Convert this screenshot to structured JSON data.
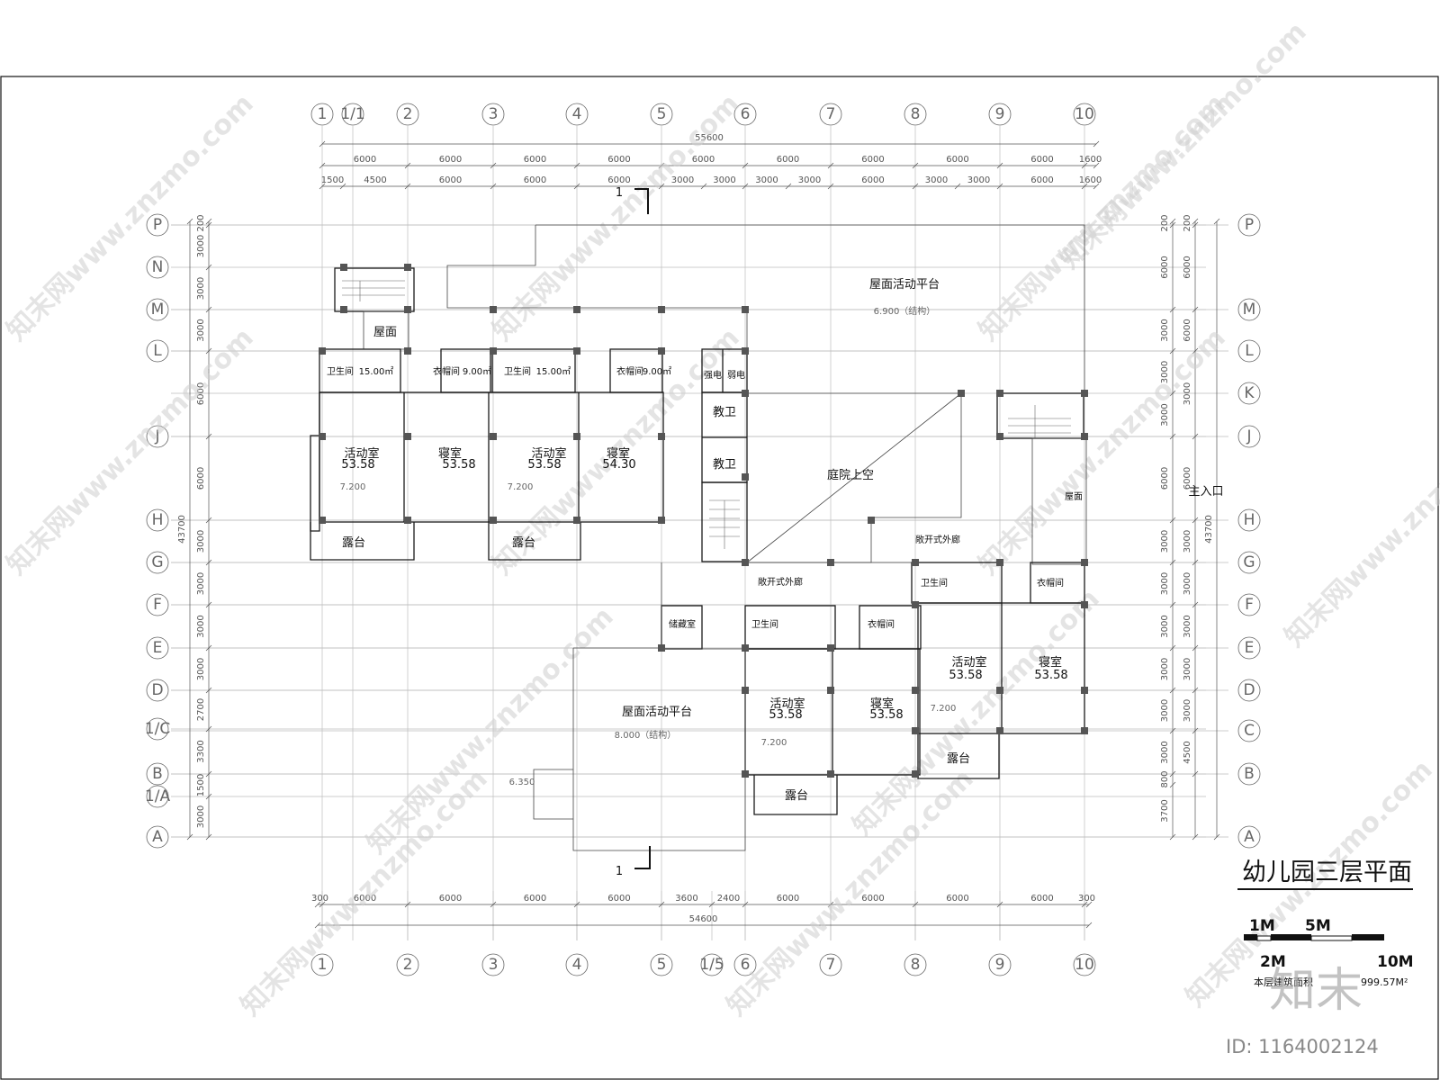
{
  "drawing": {
    "title": "幼儿园三层平面",
    "area_label": "本层建筑面积",
    "area_value": "999.57M²",
    "scale_labels": [
      "1M",
      "5M",
      "2M",
      "10M"
    ],
    "id_text": "ID: 1164002124",
    "logo_text": "知末",
    "watermark": "知末网www.znzmo.com",
    "section_mark": "1",
    "entrance_label": "主入口"
  },
  "axes": {
    "columns": [
      "1",
      "1/1",
      "2",
      "3",
      "4",
      "5",
      "6",
      "7",
      "8",
      "9",
      "10"
    ],
    "columns_bottom": [
      "1",
      "2",
      "3",
      "4",
      "5",
      "1/5",
      "6",
      "7",
      "8",
      "9",
      "10"
    ],
    "rows": [
      "P",
      "N",
      "M",
      "L",
      "K",
      "J",
      "H",
      "G",
      "F",
      "E",
      "D",
      "1/C",
      "C",
      "B",
      "1/A",
      "A"
    ]
  },
  "dimensions": {
    "top_total": "55600",
    "top_row1": [
      "6000",
      "6000",
      "6000",
      "6000",
      "6000",
      "6000",
      "6000",
      "6000",
      "6000",
      "1600"
    ],
    "top_row2": [
      "1500",
      "4500",
      "6000",
      "6000",
      "6000",
      "3000",
      "3000",
      "3000",
      "3000",
      "6000",
      "3000",
      "3000",
      "6000",
      "1600"
    ],
    "bottom_row": [
      "300",
      "6000",
      "6000",
      "6000",
      "6000",
      "3600",
      "2400",
      "6000",
      "6000",
      "6000",
      "6000",
      "300"
    ],
    "bottom_total": "54600",
    "left_row": [
      "200",
      "3000",
      "3000",
      "3000",
      "6000",
      "6000",
      "3000",
      "3000",
      "3000",
      "3000",
      "2700",
      "3300",
      "1500",
      "3000"
    ],
    "left_total": "43700",
    "right_row1": [
      "200",
      "6000",
      "3000",
      "3000",
      "3000",
      "6000",
      "3000",
      "3000",
      "3000",
      "3000",
      "3000",
      "3000",
      "800",
      "3700"
    ],
    "right_row2": [
      "200",
      "6000",
      "6000",
      "3000",
      "6000",
      "3000",
      "3000",
      "3000",
      "3000",
      "3000",
      "4500"
    ],
    "right_total": "43700"
  },
  "rooms": [
    {
      "name": "屋面活动平台",
      "elev": "6.900（结构）"
    },
    {
      "name": "屋面"
    },
    {
      "name": "卫生间",
      "area": "15.00㎡"
    },
    {
      "name": "衣帽间",
      "area": "9.00㎡"
    },
    {
      "name": "卫生间",
      "area": "15.00㎡"
    },
    {
      "name": "衣帽间",
      "area": "9.00㎡"
    },
    {
      "name": "强电"
    },
    {
      "name": "弱电"
    },
    {
      "name": "教卫"
    },
    {
      "name": "教卫"
    },
    {
      "name": "活动室",
      "area": "53.58",
      "elev": "7.200"
    },
    {
      "name": "寝室",
      "area": "53.58"
    },
    {
      "name": "活动室",
      "area": "53.58",
      "elev": "7.200"
    },
    {
      "name": "寝室",
      "area": "54.30"
    },
    {
      "name": "露台"
    },
    {
      "name": "露台"
    },
    {
      "name": "庭院上空"
    },
    {
      "name": "屋面"
    },
    {
      "name": "敞开式外廊"
    },
    {
      "name": "敞开式外廊"
    },
    {
      "name": "卫生间"
    },
    {
      "name": "衣帽间"
    },
    {
      "name": "储藏室"
    },
    {
      "name": "卫生间"
    },
    {
      "name": "衣帽间"
    },
    {
      "name": "活动室",
      "area": "53.58",
      "elev": "7.200"
    },
    {
      "name": "寝室",
      "area": "53.58"
    },
    {
      "name": "屋面活动平台",
      "elev": "8.000（结构）"
    },
    {
      "name": "活动室",
      "area": "53.58",
      "elev": "7.200"
    },
    {
      "name": "寝室",
      "area": "53.58"
    },
    {
      "name": "露台"
    },
    {
      "name": "露台"
    },
    {
      "name": "6.350"
    }
  ]
}
